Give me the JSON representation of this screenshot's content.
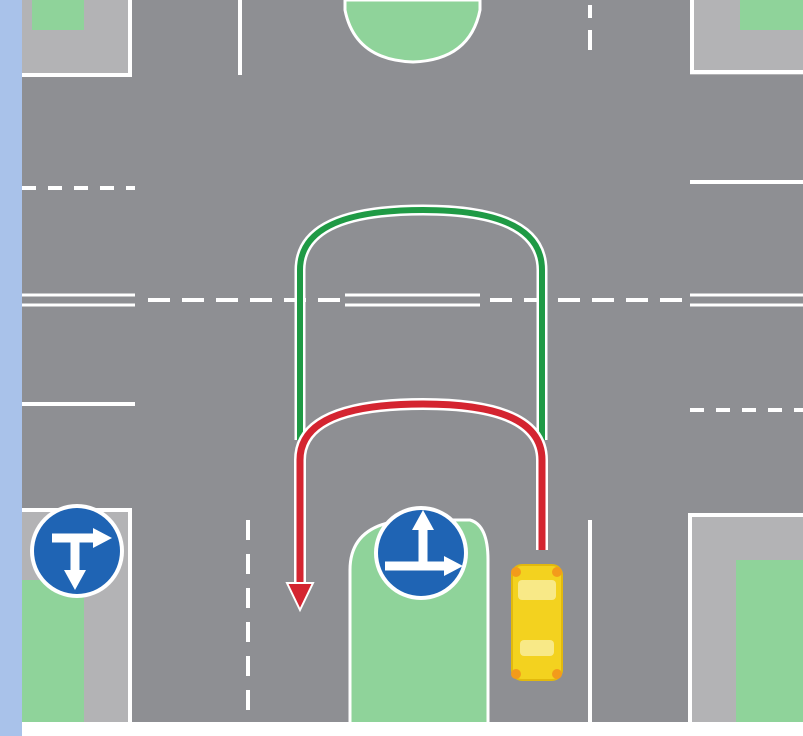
{
  "colors": {
    "frame": "#a9c2ea",
    "asphalt": "#8e8f93",
    "sidewalk": "#b3b3b5",
    "grass": "#8fd39a",
    "marking": "#ffffff",
    "allowed_path": "#1f9a45",
    "forbidden_path": "#d42430",
    "sign_blue": "#1f64b4",
    "car": "#f3d21f",
    "car_light": "#f39b1b"
  },
  "signs": {
    "left_sign_icon": "right-or-down-arrow-icon",
    "center_sign_icon": "straight-or-right-arrow-icon"
  },
  "paths": [
    {
      "name": "green-allowed-u-turn",
      "status": "allowed"
    },
    {
      "name": "red-forbidden-u-turn",
      "status": "forbidden"
    }
  ]
}
